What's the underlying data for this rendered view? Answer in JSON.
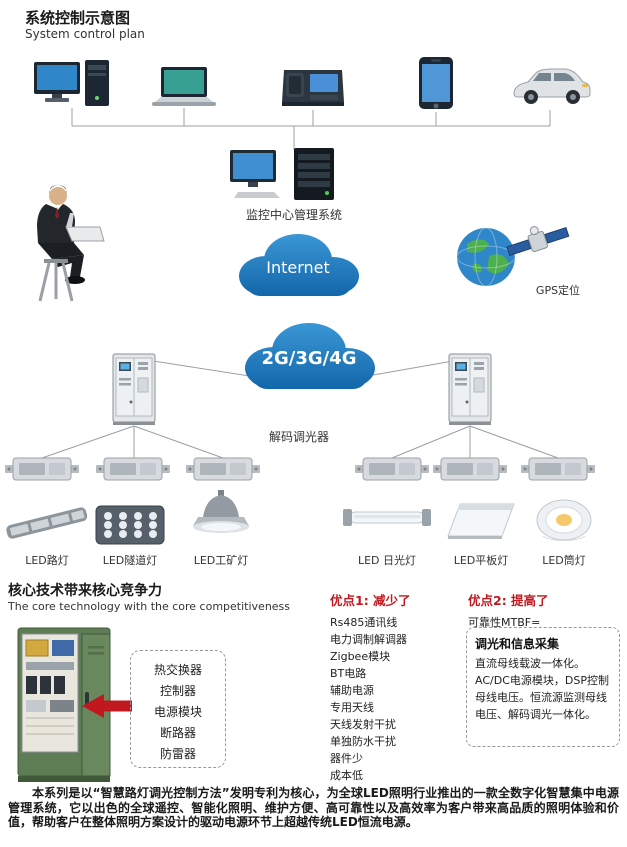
{
  "colors": {
    "cloud_blue": "#1d7dc4",
    "accent_red": "#c1181f"
  },
  "header": {
    "title_cn": "系统控制示意图",
    "title_en": "System control plan"
  },
  "diagram": {
    "monitoring_label": "监控中心管理系统",
    "internet_label": "Internet",
    "gps_label": "GPS定位",
    "network_label": "2G/3G/4G",
    "decoder_label": "解码调光器",
    "led_labels": [
      "LED路灯",
      "LED隧道灯",
      "LED工矿灯",
      "LED 日光灯",
      "LED平板灯",
      "LED筒灯"
    ]
  },
  "core": {
    "title_cn": "核心技术带来核心竞争力",
    "title_en": "The core technology with the core competitiveness",
    "cabinet_parts": [
      "热交换器",
      "控制器",
      "电源模块",
      "断路器",
      "防雷器"
    ],
    "adv1": {
      "title": "优点1: 减少了",
      "items": [
        "Rs485通讯线",
        "电力调制解调器",
        "Zigbee模块",
        "BT电路",
        "辅助电源",
        "专用天线",
        "天线发射干扰",
        "单独防水干扰",
        "器件少",
        "成本低"
      ]
    },
    "adv2": {
      "title": "优点2: 提高了",
      "subtitle": "可靠性MTBF=",
      "box_title": "调光和信息采集",
      "box_text": "直流母线载波一体化。AC/DC电源模块，DSP控制母线电压。恒流源监测母线电压、解码调光一体化。"
    }
  },
  "footer": {
    "paragraph": "本系列是以“智慧路灯调光控制方法”发明专利为核心，为全球LED照明行业推出的一款全数字化智慧集中电源管理系统，它以出色的全球遥控、智能化照明、维护方便、高可靠性以及高效率为客户带来高品质的照明体验和价值，帮助客户在整体照明方案设计的驱动电源环节上超越传统LED恒流电源。"
  }
}
